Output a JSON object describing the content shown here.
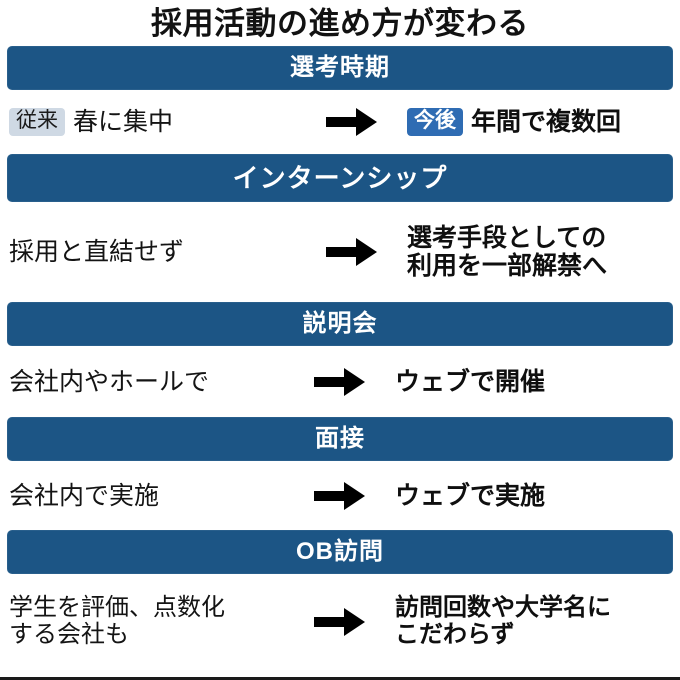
{
  "title": "採用活動の進め方が変わる",
  "colors": {
    "header_bar": "#1c5585",
    "badge_prev_bg": "#cfd9e4",
    "badge_next_bg": "#2f6cb3",
    "text": "#111111",
    "background": "#ffffff"
  },
  "arrow_icon": "right-arrow-icon",
  "sections": [
    {
      "header": "選考時期",
      "before": {
        "badge": "従来",
        "lines": [
          "春に集中"
        ]
      },
      "after": {
        "badge": "今後",
        "lines": [
          "年間で複数回"
        ]
      }
    },
    {
      "header": "インターンシップ",
      "before": {
        "badge": "",
        "lines": [
          "採用と直結せず"
        ]
      },
      "after": {
        "badge": "",
        "lines": [
          "選考手段としての",
          "利用を一部解禁へ"
        ]
      }
    },
    {
      "header": "説明会",
      "before": {
        "badge": "",
        "lines": [
          "会社内やホールで"
        ]
      },
      "after": {
        "badge": "",
        "lines": [
          "ウェブで開催"
        ]
      }
    },
    {
      "header": "面接",
      "before": {
        "badge": "",
        "lines": [
          "会社内で実施"
        ]
      },
      "after": {
        "badge": "",
        "lines": [
          "ウェブで実施"
        ]
      }
    },
    {
      "header": "OB訪問",
      "before": {
        "badge": "",
        "lines": [
          "学生を評価、点数化",
          "する会社も"
        ]
      },
      "after": {
        "badge": "",
        "lines": [
          "訪問回数や大学名に",
          "こだわらず"
        ]
      }
    }
  ]
}
